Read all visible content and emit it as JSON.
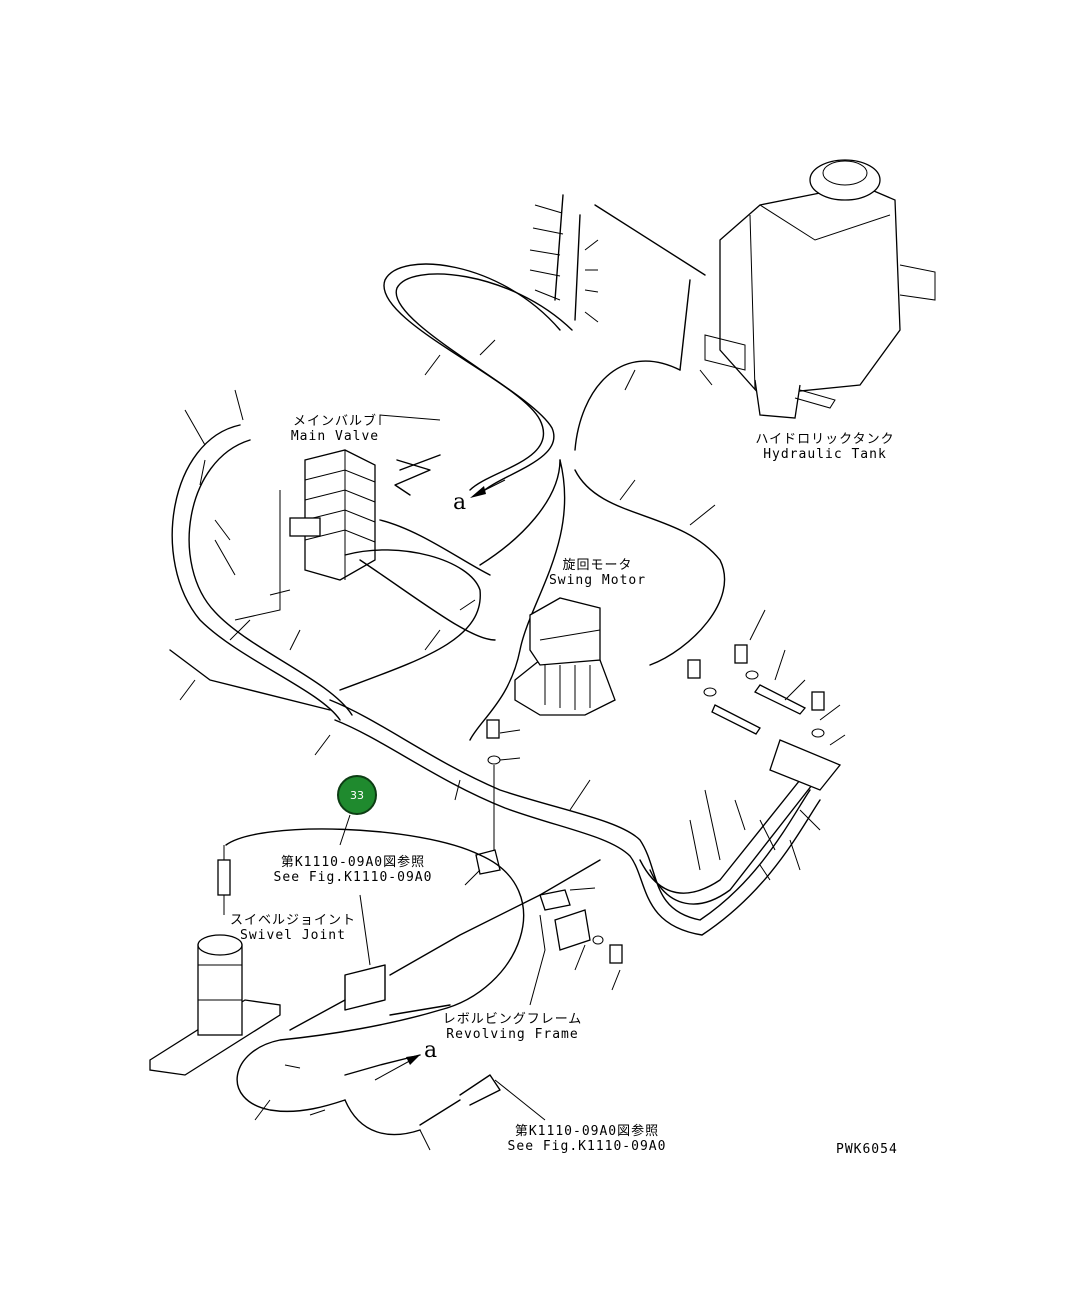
{
  "labels": {
    "main_valve_jp": "メインバルブ",
    "main_valve_en": "Main Valve",
    "hydraulic_tank_jp": "ハイドロリックタンク",
    "hydraulic_tank_en": "Hydraulic Tank",
    "swing_motor_jp": "旋回モータ",
    "swing_motor_en": "Swing Motor",
    "ref_jp_1": "第K1110-09A0図参照",
    "ref_en_1": "See Fig.K1110-09A0",
    "swivel_joint_jp": "スイベルジョイント",
    "swivel_joint_en": "Swivel Joint",
    "revolving_frame_jp": "レボルビングフレーム",
    "revolving_frame_en": "Revolving Frame",
    "ref_jp_2": "第K1110-09A0図参照",
    "ref_en_2": "See Fig.K1110-09A0",
    "connector_a_upper": "a",
    "connector_a_lower": "a"
  },
  "callout": {
    "number": "33",
    "color": "#1f8a2e"
  },
  "drawing_code": "PWK6054"
}
